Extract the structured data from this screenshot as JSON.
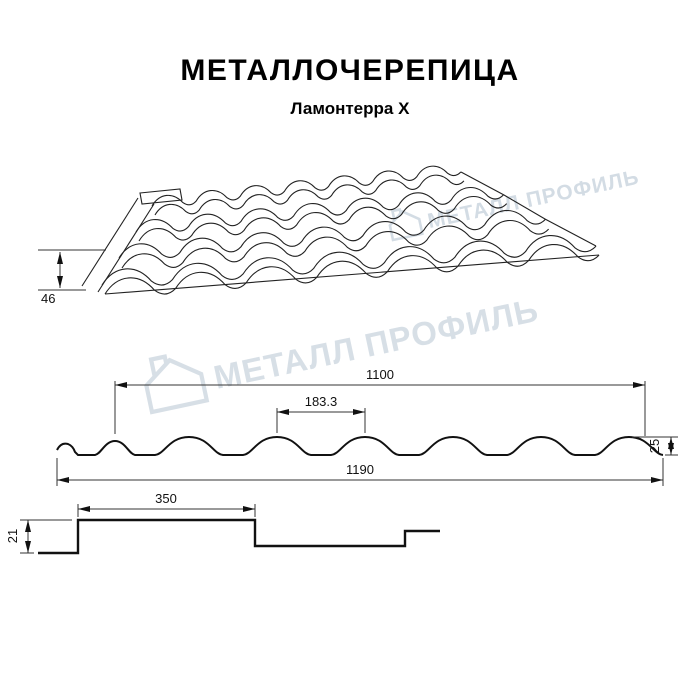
{
  "header": {
    "title": "МЕТАЛЛОЧЕРЕПИЦА",
    "subtitle": "Ламонтерра X"
  },
  "watermark": {
    "text": "МЕТАЛЛ ПРОФИЛЬ",
    "color": "#b7c5d3"
  },
  "diagrams": {
    "perspective_view": {
      "description": "metal roof tile sheet, 3D perspective view",
      "dim_step_height": "46"
    },
    "cross_section": {
      "dim_cover_width": "1100",
      "dim_wave_pitch": "183.3",
      "dim_profile_height": "25",
      "dim_full_width": "1190"
    },
    "side_step_profile": {
      "dim_module_length": "350",
      "dim_step_height": "21"
    }
  }
}
